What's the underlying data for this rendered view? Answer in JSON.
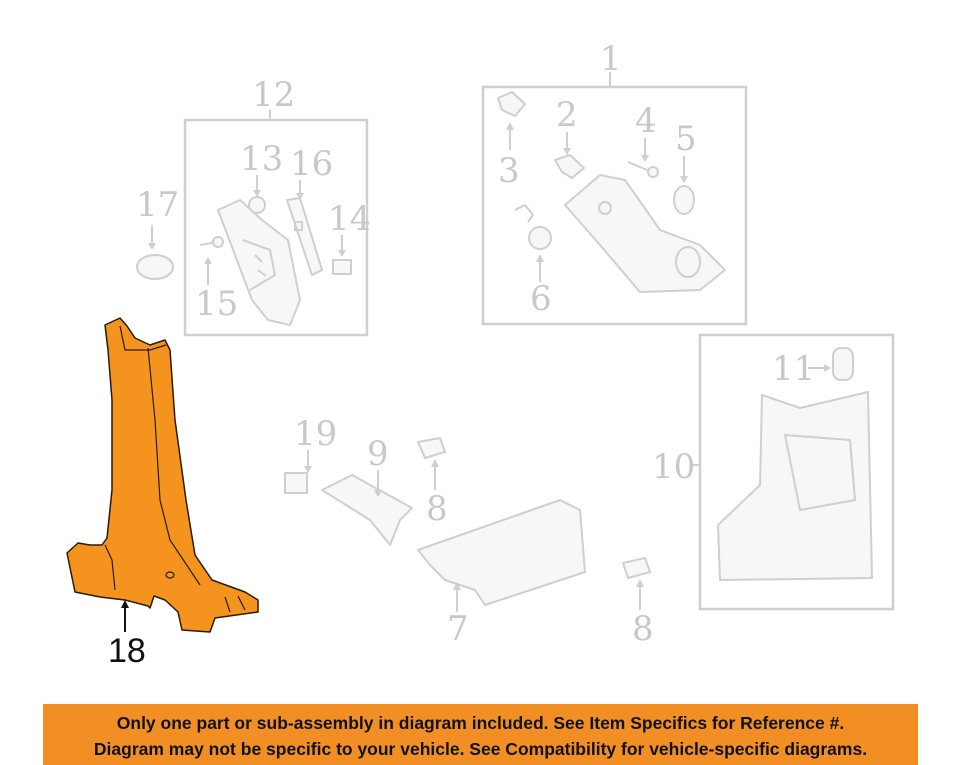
{
  "diagram": {
    "highlight_color": "#f5931f",
    "ghost_color": "#cfcfcf",
    "callouts": {
      "c1": "1",
      "c2": "2",
      "c3": "3",
      "c4": "4",
      "c5": "5",
      "c6": "6",
      "c7": "7",
      "c8a": "8",
      "c8b": "8",
      "c9": "9",
      "c10": "10",
      "c11": "11",
      "c12": "12",
      "c13": "13",
      "c14": "14",
      "c15": "15",
      "c16": "16",
      "c17": "17",
      "c18": "18",
      "c19": "19"
    }
  },
  "banner": {
    "line1": "Only one part or sub-assembly in diagram included. See Item Specifics for Reference #.",
    "line2": "Diagram may not be specific to your vehicle. See Compatibility for vehicle-specific diagrams.",
    "background": "#f18f25"
  }
}
